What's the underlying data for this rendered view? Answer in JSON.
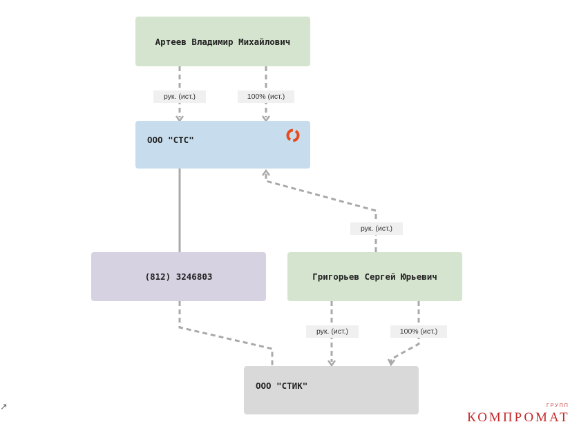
{
  "nodes": {
    "person_artev": "Артеев Владимир Михайлович",
    "org_sts": "ООО \"СТС\"",
    "phone": "(812) 3246803",
    "person_grigoriev": "Григорьев Сергей Юрьевич",
    "org_stik": "ООО \"СТИК\""
  },
  "edges": {
    "artev_sts_ruk": "рук. (ист.)",
    "artev_sts_share": "100% (ист.)",
    "grigoriev_sts_ruk": "рук. (ист.)",
    "grigoriev_stik_ruk": "рук. (ист.)",
    "grigoriev_stik_share": "100% (ист.)"
  },
  "colors": {
    "person_node": "#d5e4cf",
    "org_sts_node": "#c7dcec",
    "phone_node": "#d7d2e2",
    "org_stik_node": "#d9d9d9",
    "edge": "#a9a9a9",
    "flag": "#e84a1c"
  },
  "icons": {
    "status_flag": "liquidation-status-icon",
    "corner": "expand-arrow-icon"
  },
  "watermark": {
    "main": "КОМПРОМАТ",
    "small": "ГРУПП"
  }
}
